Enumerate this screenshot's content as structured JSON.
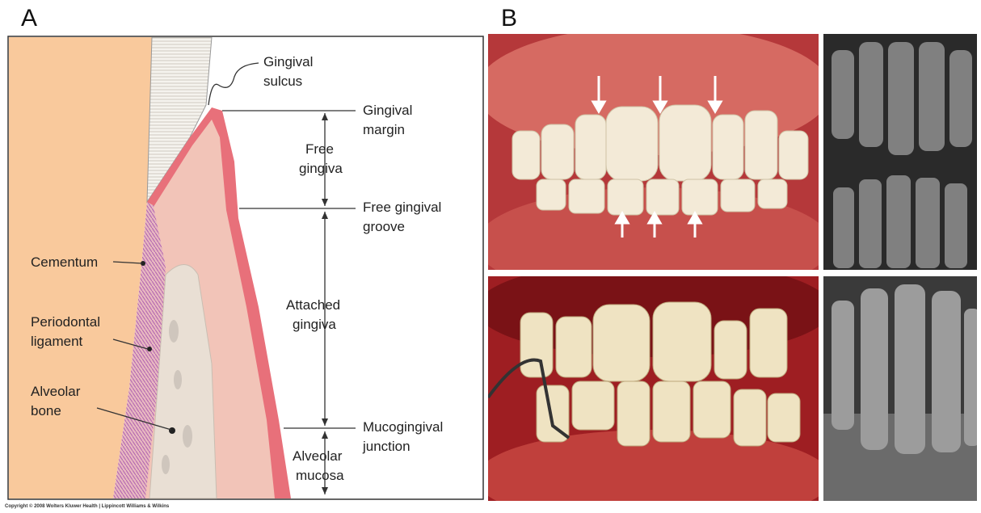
{
  "panels": {
    "a_letter": "A",
    "b_letter": "B"
  },
  "diagram_labels": {
    "gingival_sulcus": [
      "Gingival",
      "sulcus"
    ],
    "gingival_margin": [
      "Gingival",
      "margin"
    ],
    "free_gingiva": [
      "Free",
      "gingiva"
    ],
    "free_gingival_groove": [
      "Free gingival",
      "groove"
    ],
    "cementum": [
      "Cementum"
    ],
    "periodontal_ligament": [
      "Periodontal",
      "ligament"
    ],
    "attached_gingiva": [
      "Attached",
      "gingiva"
    ],
    "alveolar_bone": [
      "Alveolar",
      "bone"
    ],
    "mucogingival_junction": [
      "Mucogingival",
      "junction"
    ],
    "alveolar_mucosa": [
      "Alveolar",
      "mucosa"
    ]
  },
  "photos": {
    "top_clinical": "healthy-gingiva-clinical-photo",
    "top_xray": "healthy-dentition-radiograph",
    "bottom_clinical": "periodontitis-clinical-photo-with-probe",
    "bottom_xray": "bone-loss-radiograph"
  },
  "colors": {
    "tooth": "#f9c99c",
    "gingiva": "#f2c4b8",
    "gingiva_edge": "#e8707a",
    "bone": "#e9dfd4",
    "ligament": "#b05fb0",
    "enamel": "#f3f1ea"
  },
  "copyright": "Copyright © 2008 Wolters Kluwer Health | Lippincott Williams & Wilkins"
}
